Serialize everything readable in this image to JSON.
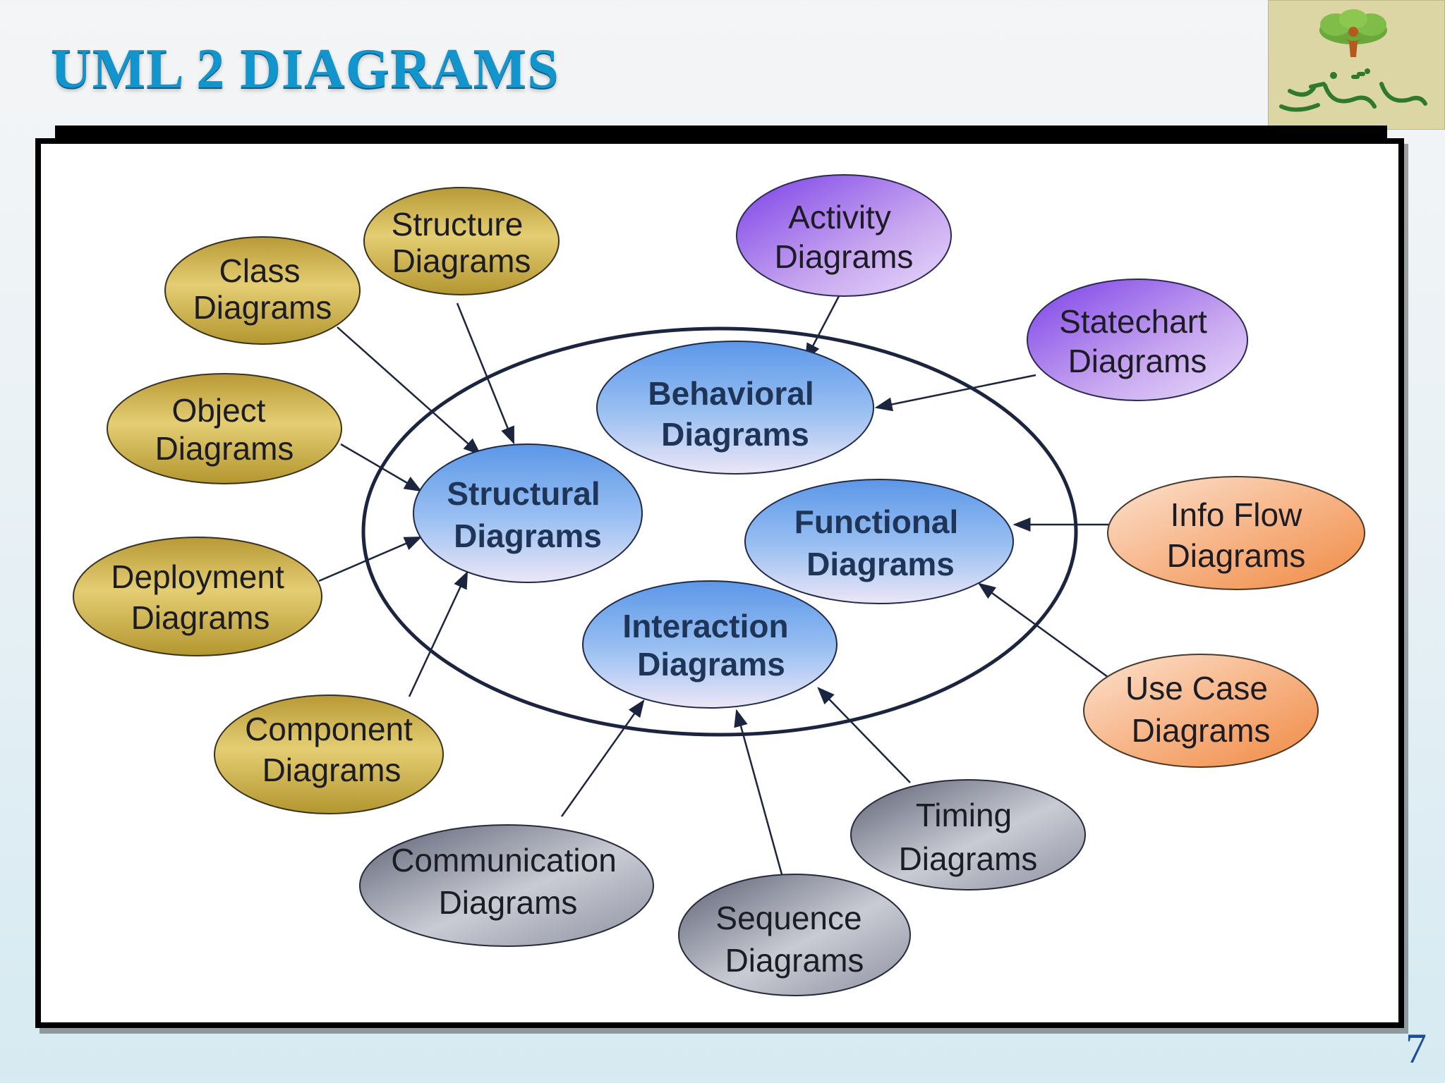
{
  "slide": {
    "title": "UML 2 DIAGRAMS",
    "page_number": "7"
  },
  "colors": {
    "title": "#1295cc",
    "structural_family": "#c8ac45",
    "behavioral_family": "#8a58e8",
    "functional_family": "#f5a06a",
    "interaction_family": "#6f7488",
    "core": "#6ea5ea"
  },
  "diagram": {
    "core": {
      "structural": [
        "Structural",
        "Diagrams"
      ],
      "behavioral": [
        "Behavioral",
        "Diagrams"
      ],
      "functional": [
        "Functional",
        "Diagrams"
      ],
      "interaction": [
        "Interaction",
        "Diagrams"
      ]
    },
    "structural_types": {
      "class": [
        "Class",
        "Diagrams"
      ],
      "structure": [
        "Structure",
        "Diagrams"
      ],
      "object": [
        "Object",
        "Diagrams"
      ],
      "deployment": [
        "Deployment",
        "Diagrams"
      ],
      "component": [
        "Component",
        "Diagrams"
      ]
    },
    "behavioral_types": {
      "activity": [
        "Activity",
        "Diagrams"
      ],
      "statechart": [
        "Statechart",
        "Diagrams"
      ]
    },
    "functional_types": {
      "info_flow": [
        "Info Flow",
        "Diagrams"
      ],
      "use_case": [
        "Use Case",
        "Diagrams"
      ]
    },
    "interaction_types": {
      "timing": [
        "Timing",
        "Diagrams"
      ],
      "communication": [
        "Communication",
        "Diagrams"
      ],
      "sequence": [
        "Sequence",
        "Diagrams"
      ]
    }
  }
}
